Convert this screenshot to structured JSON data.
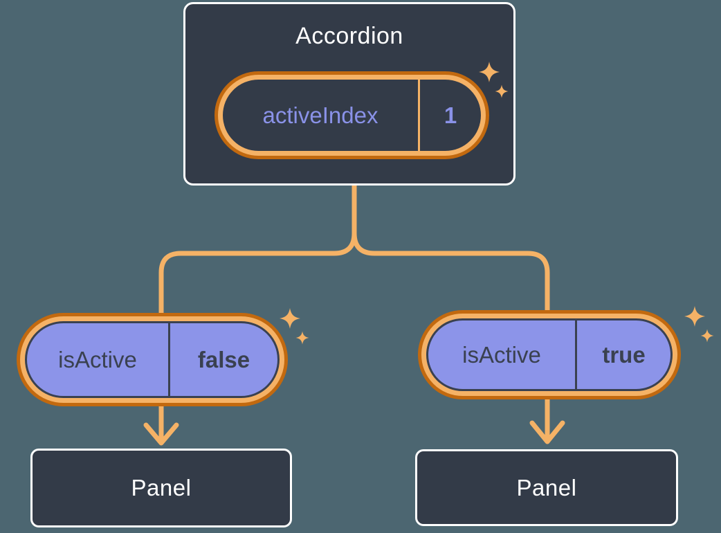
{
  "colors": {
    "background": "#4c6671",
    "box-fill": "#333b48",
    "box-border": "#ffffff",
    "orange-light": "#f5b266",
    "orange-dark": "#c2690f",
    "purple-fill": "#8c94e9",
    "purple-text": "#8a92e8",
    "ink": "#3a4150",
    "text-light": "#ffffff"
  },
  "icons": {
    "sparkles": "✦✧"
  },
  "accordion": {
    "title": "Accordion",
    "state_pill": {
      "name": "activeIndex",
      "value": "1"
    }
  },
  "children": [
    {
      "prop_pill": {
        "name": "isActive",
        "value": "false"
      },
      "panel": {
        "label": "Panel"
      }
    },
    {
      "prop_pill": {
        "name": "isActive",
        "value": "true"
      },
      "panel": {
        "label": "Panel"
      }
    }
  ]
}
